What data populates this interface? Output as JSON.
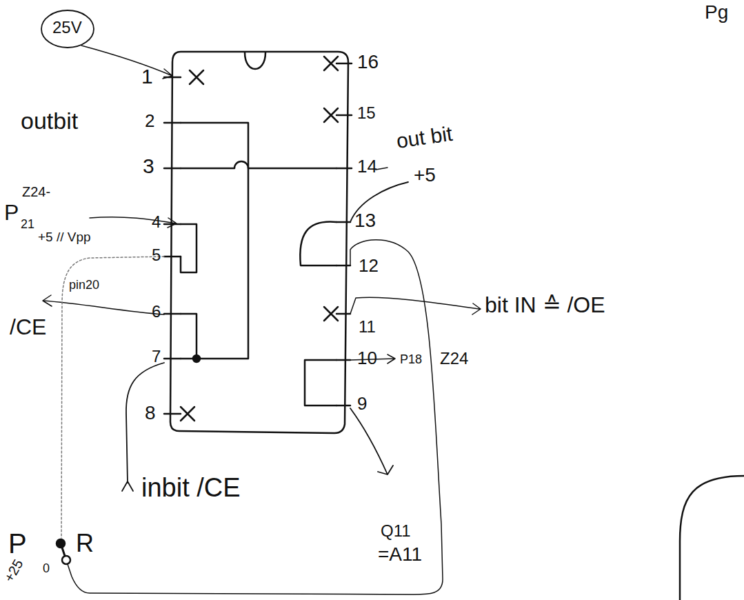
{
  "diagram": {
    "labels": [
      "25V",
      "1",
      "outbit",
      "2",
      "3",
      "Z24-",
      "P",
      "21",
      "+5 // Vpp",
      "4",
      "5",
      "pin20",
      "/CE",
      "6",
      "7",
      "8",
      "16",
      "15",
      "out bit",
      "14",
      "+5",
      "13",
      "12",
      "bit IN ≙ /OE",
      "11",
      "10",
      "P18",
      "Z24",
      "9",
      "inbit /CE",
      "Q11",
      "=A11",
      "P",
      "R",
      "+25",
      "0",
      "Pg"
    ]
  }
}
